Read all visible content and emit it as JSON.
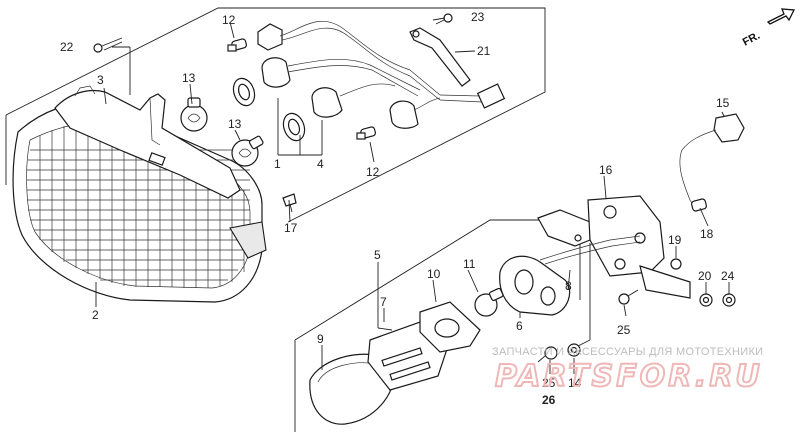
{
  "direction_label": "FR.",
  "callouts": {
    "c1": "1",
    "c2": "2",
    "c3": "3",
    "c4": "4",
    "c5": "5",
    "c6": "6",
    "c7": "7",
    "c8": "8",
    "c9": "9",
    "c10": "10",
    "c11": "11",
    "c12a": "12",
    "c12b": "12",
    "c13a": "13",
    "c13b": "13",
    "c14": "14",
    "c15": "15",
    "c16": "16",
    "c17": "17",
    "c18": "18",
    "c19": "19",
    "c20": "20",
    "c21": "21",
    "c22": "22",
    "c23": "23",
    "c24": "24",
    "c25a": "25",
    "c25b": "25",
    "c26": "26"
  },
  "watermark": {
    "caption": "ЗАПЧАСТИ И АКСЕССУАРЫ ДЛЯ МОТОТЕХНИКИ",
    "brand": "PARTSFOR.RU"
  }
}
